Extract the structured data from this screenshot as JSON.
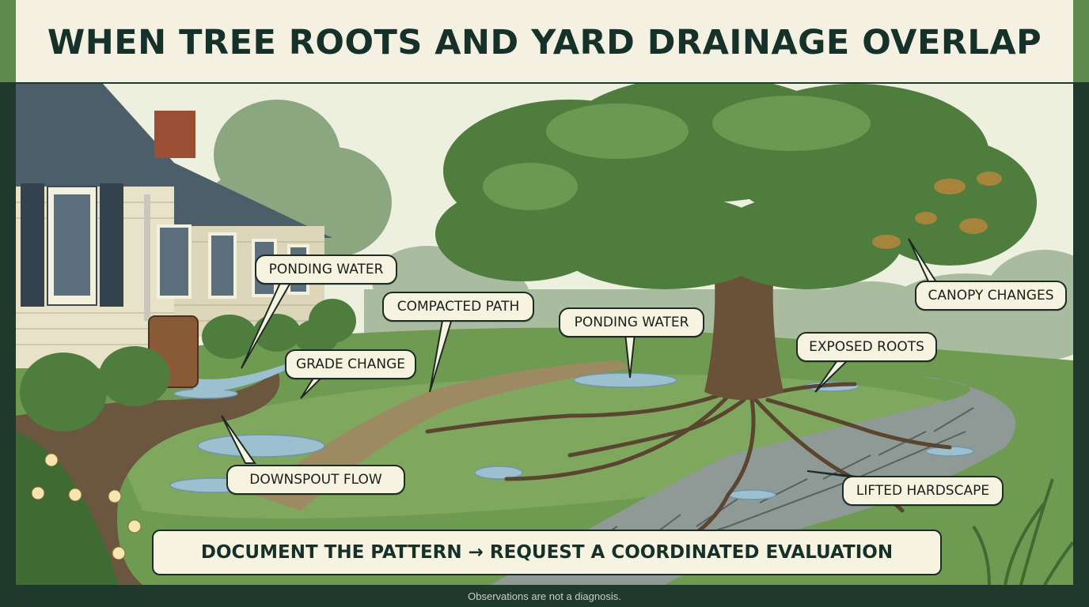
{
  "title": "WHEN TREE ROOTS AND YARD DRAINAGE OVERLAP",
  "labels": {
    "ponding_water_house": "PONDING WATER",
    "compacted_path": "COMPACTED PATH",
    "ponding_water_lawn": "PONDING WATER",
    "canopy_changes": "CANOPY CHANGES",
    "exposed_roots": "EXPOSED ROOTS",
    "grade_change": "GRADE CHANGE",
    "downspout_flow": "DOWNSPOUT FLOW",
    "lifted_hardscape": "LIFTED HARDSCAPE"
  },
  "banner": "DOCUMENT THE PATTERN → REQUEST A COORDINATED EVALUATION",
  "footer": "Observations are not a diagnosis.",
  "colors": {
    "background": "#1f3a2d",
    "header": "#f4f1e2",
    "header_edge": "#5f8a4e",
    "title_text": "#16302a",
    "label_fill": "#f7f3e1",
    "lawn": "#6f9a52",
    "water": "#9cc0d0",
    "foliage": "#4f7d3d"
  }
}
